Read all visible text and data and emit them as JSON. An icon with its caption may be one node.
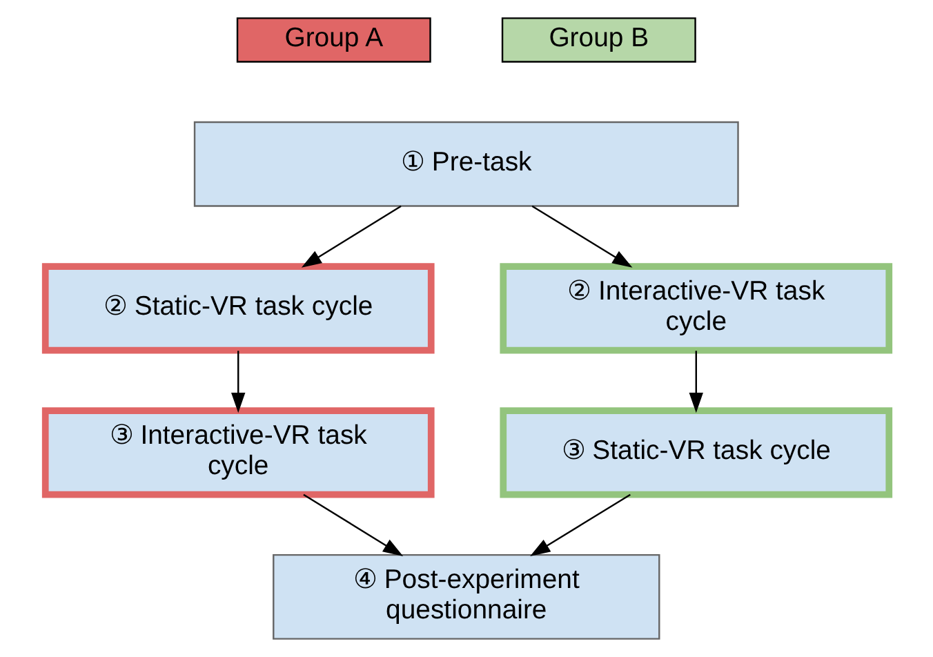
{
  "diagram": {
    "nodes": [
      {
        "text": [
          "Group A"
        ]
      },
      {
        "text": [
          "Group B"
        ]
      },
      {
        "text": [
          "① Pre-task"
        ]
      },
      {
        "text": [
          "② Static-VR task cycle"
        ]
      },
      {
        "text": [
          "② Interactive-VR task cycle"
        ]
      },
      {
        "text": [
          "③ Interactive-VR task cycle"
        ]
      },
      {
        "text": [
          "③ Static-VR task cycle"
        ]
      },
      {
        "text": [
          "④ Post-experiment questionnaire"
        ]
      }
    ],
    "edges": [
      {
        "from": 2,
        "to": 3,
        "arrow": "to"
      },
      {
        "from": 2,
        "to": 4,
        "arrow": "to"
      },
      {
        "from": 3,
        "to": 5,
        "arrow": "to"
      },
      {
        "from": 4,
        "to": 6,
        "arrow": "to"
      },
      {
        "from": 5,
        "to": 7,
        "arrow": "to"
      },
      {
        "from": 6,
        "to": 7,
        "arrow": "to"
      }
    ]
  }
}
